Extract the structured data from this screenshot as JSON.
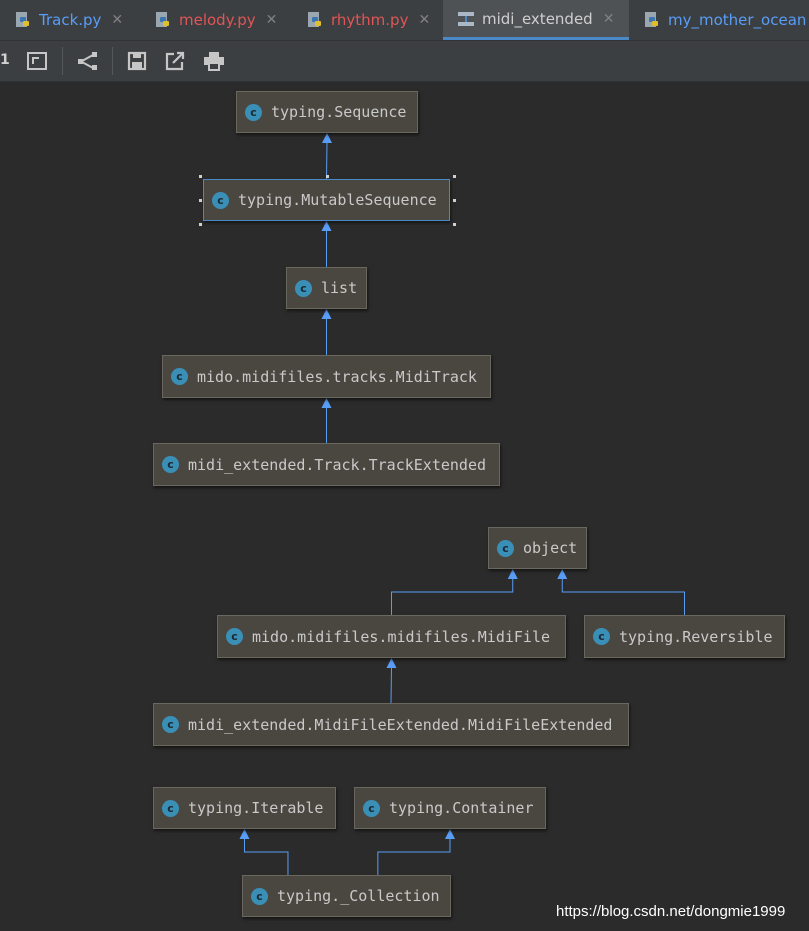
{
  "tabs": [
    {
      "label": "Track.py",
      "color": "#589df6",
      "active": false,
      "closable": true,
      "icon": "python-file-icon"
    },
    {
      "label": "melody.py",
      "color": "#e05555",
      "active": false,
      "closable": true,
      "icon": "python-file-icon"
    },
    {
      "label": "rhythm.py",
      "color": "#e05555",
      "active": false,
      "closable": true,
      "icon": "python-file-icon"
    },
    {
      "label": "midi_extended",
      "color": "#cfcfcf",
      "active": true,
      "closable": true,
      "icon": "diagram-file-icon"
    },
    {
      "label": "my_mother_ocean",
      "color": "#589df6",
      "active": false,
      "closable": false,
      "icon": "python-file-icon"
    }
  ],
  "toolbar": {
    "left_text": "1",
    "icons": [
      "actual-size-icon",
      "layout-icon",
      "save-icon",
      "export-icon",
      "print-icon"
    ]
  },
  "colors": {
    "background": "#2b2b2b",
    "node_fill": "#4a4741",
    "edge": "#589df6",
    "class_icon": "#3a8fb7"
  },
  "nodes": [
    {
      "id": "seq",
      "label": "typing.Sequence"
    },
    {
      "id": "mutseq",
      "label": "typing.MutableSequence",
      "selected": true
    },
    {
      "id": "list",
      "label": "list"
    },
    {
      "id": "miditrack",
      "label": "mido.midifiles.tracks.MidiTrack"
    },
    {
      "id": "trackext",
      "label": "midi_extended.Track.TrackExtended"
    },
    {
      "id": "object",
      "label": "object"
    },
    {
      "id": "midifile",
      "label": "mido.midifiles.midifiles.MidiFile"
    },
    {
      "id": "reversible",
      "label": "typing.Reversible"
    },
    {
      "id": "midifileext",
      "label": "midi_extended.MidiFileExtended.MidiFileExtended"
    },
    {
      "id": "iterable",
      "label": "typing.Iterable"
    },
    {
      "id": "container",
      "label": "typing.Container"
    },
    {
      "id": "collection",
      "label": "typing._Collection"
    }
  ],
  "edges": [
    {
      "from": "mutseq",
      "to": "seq"
    },
    {
      "from": "list",
      "to": "mutseq"
    },
    {
      "from": "miditrack",
      "to": "list"
    },
    {
      "from": "trackext",
      "to": "miditrack"
    },
    {
      "from": "midifile",
      "to": "object"
    },
    {
      "from": "reversible",
      "to": "object"
    },
    {
      "from": "midifileext",
      "to": "midifile"
    },
    {
      "from": "collection",
      "to": "iterable"
    },
    {
      "from": "collection",
      "to": "container"
    }
  ],
  "class_icon_letter": "c",
  "watermark": "https://blog.csdn.net/dongmie1999"
}
